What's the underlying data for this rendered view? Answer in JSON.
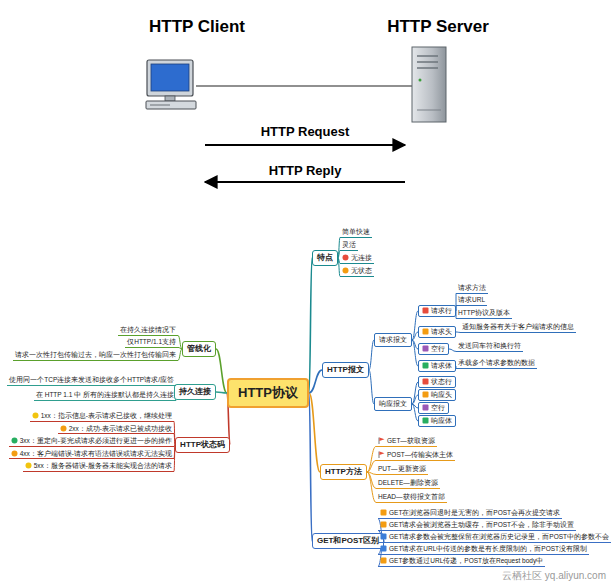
{
  "diagram": {
    "nodes": [
      {
        "text": [
          "HTTP协议"
        ]
      },
      {
        "text": [
          "特点"
        ]
      },
      {
        "text": [
          "简单快速"
        ]
      },
      {
        "text": [
          "灵活"
        ]
      },
      {
        "text": [
          "无连接"
        ]
      },
      {
        "text": [
          "无状态"
        ]
      },
      {
        "text": [
          "HTTP报文"
        ]
      },
      {
        "text": [
          "请求报文"
        ]
      },
      {
        "text": [
          "请求行"
        ]
      },
      {
        "text": [
          "请求方法"
        ]
      },
      {
        "text": [
          "请求URL"
        ]
      },
      {
        "text": [
          "HTTP协议及版本"
        ]
      },
      {
        "text": [
          "请求头"
        ]
      },
      {
        "text": [
          "通知服务器有关于客户端请求的信息"
        ]
      },
      {
        "text": [
          "空行"
        ]
      },
      {
        "text": [
          "发送回车符和换行符"
        ]
      },
      {
        "text": [
          "请求体"
        ]
      },
      {
        "text": [
          "承载多个请求参数的数据"
        ]
      },
      {
        "text": [
          "响应报文"
        ]
      },
      {
        "text": [
          "状态行"
        ]
      },
      {
        "text": [
          "响应头"
        ]
      },
      {
        "text": [
          "空行"
        ]
      },
      {
        "text": [
          "响应体"
        ]
      },
      {
        "text": [
          "HTTP方法"
        ]
      },
      {
        "text": [
          "GET—获取资源"
        ]
      },
      {
        "text": [
          "POST—传输实体主体"
        ]
      },
      {
        "text": [
          "PUT—更新资源"
        ]
      },
      {
        "text": [
          "DELETE—删除资源"
        ]
      },
      {
        "text": [
          "HEAD—获得报文首部"
        ]
      },
      {
        "text": [
          "GET和POST区别"
        ]
      },
      {
        "text": [
          "GET在浏览器回退时是无害的，而POST会再次提交请求"
        ]
      },
      {
        "text": [
          "GET请求会被浏览器主动缓存，而POST不会，除非手动设置"
        ]
      },
      {
        "text": [
          "GET请求参数会被完整保留在浏览器历史记录里，而POST中的参数不会"
        ]
      },
      {
        "text": [
          "GET请求在URL中传送的参数是有长度限制的，而POST没有限制"
        ]
      },
      {
        "text": [
          "GET参数通过URL传递，POST放在Request body中"
        ]
      },
      {
        "text": [
          "管线化"
        ]
      },
      {
        "text": [
          "在持久连接情况下"
        ]
      },
      {
        "text": [
          "仅HTTP/1.1支持"
        ]
      },
      {
        "text": [
          "请求一次性打包传输过去，响应一次性打包传输回来"
        ]
      },
      {
        "text": [
          "持久连接"
        ]
      },
      {
        "text": [
          "使用同一个TCP连接来发送和接收多个HTTP请求/应答"
        ]
      },
      {
        "text": [
          "在 HTTP 1.1 中 所有的连接默认都是持久连接"
        ]
      },
      {
        "text": [
          "HTTP状态码"
        ]
      },
      {
        "text": [
          "1xx：指示信息-表示请求已接收，继续处理"
        ]
      },
      {
        "text": [
          "2xx：成功-表示请求已被成功接收"
        ]
      },
      {
        "text": [
          "3xx：重定向-要完成请求必须进行更进一步的操作"
        ]
      },
      {
        "text": [
          "4xx：客户端错误-请求有语法错误或请求无法实现"
        ]
      },
      {
        "text": [
          "5xx：服务器错误-服务器未能实现合法的请求"
        ]
      }
    ],
    "edges": [
      {
        "from": 0,
        "to": 1,
        "arrow": "none"
      },
      {
        "from": 1,
        "to": 2,
        "arrow": "none"
      },
      {
        "from": 1,
        "to": 3,
        "arrow": "none"
      },
      {
        "from": 1,
        "to": 4,
        "arrow": "none"
      },
      {
        "from": 1,
        "to": 5,
        "arrow": "none"
      },
      {
        "from": 0,
        "to": 6,
        "arrow": "none"
      },
      {
        "from": 6,
        "to": 7,
        "arrow": "none"
      },
      {
        "from": 7,
        "to": 8,
        "arrow": "none"
      },
      {
        "from": 8,
        "to": 9,
        "arrow": "none"
      },
      {
        "from": 8,
        "to": 10,
        "arrow": "none"
      },
      {
        "from": 8,
        "to": 11,
        "arrow": "none"
      },
      {
        "from": 7,
        "to": 12,
        "arrow": "none"
      },
      {
        "from": 12,
        "to": 13,
        "arrow": "none"
      },
      {
        "from": 7,
        "to": 14,
        "arrow": "none"
      },
      {
        "from": 14,
        "to": 15,
        "arrow": "none"
      },
      {
        "from": 7,
        "to": 16,
        "arrow": "none"
      },
      {
        "from": 16,
        "to": 17,
        "arrow": "none"
      },
      {
        "from": 6,
        "to": 18,
        "arrow": "none"
      },
      {
        "from": 18,
        "to": 19,
        "arrow": "none"
      },
      {
        "from": 18,
        "to": 20,
        "arrow": "none"
      },
      {
        "from": 18,
        "to": 21,
        "arrow": "none"
      },
      {
        "from": 18,
        "to": 22,
        "arrow": "none"
      },
      {
        "from": 0,
        "to": 23,
        "arrow": "none"
      },
      {
        "from": 23,
        "to": 24,
        "arrow": "none"
      },
      {
        "from": 23,
        "to": 25,
        "arrow": "none"
      },
      {
        "from": 23,
        "to": 26,
        "arrow": "none"
      },
      {
        "from": 23,
        "to": 27,
        "arrow": "none"
      },
      {
        "from": 23,
        "to": 28,
        "arrow": "none"
      },
      {
        "from": 0,
        "to": 29,
        "arrow": "none"
      },
      {
        "from": 29,
        "to": 30,
        "arrow": "none"
      },
      {
        "from": 29,
        "to": 31,
        "arrow": "none"
      },
      {
        "from": 29,
        "to": 32,
        "arrow": "none"
      },
      {
        "from": 29,
        "to": 33,
        "arrow": "none"
      },
      {
        "from": 29,
        "to": 34,
        "arrow": "none"
      },
      {
        "from": 0,
        "to": 35,
        "arrow": "none"
      },
      {
        "from": 35,
        "to": 36,
        "arrow": "none"
      },
      {
        "from": 35,
        "to": 37,
        "arrow": "none"
      },
      {
        "from": 35,
        "to": 38,
        "arrow": "none"
      },
      {
        "from": 0,
        "to": 39,
        "arrow": "none"
      },
      {
        "from": 39,
        "to": 40,
        "arrow": "none"
      },
      {
        "from": 39,
        "to": 41,
        "arrow": "none"
      },
      {
        "from": 0,
        "to": 42,
        "arrow": "none"
      },
      {
        "from": 42,
        "to": 43,
        "arrow": "none"
      },
      {
        "from": 42,
        "to": 44,
        "arrow": "none"
      },
      {
        "from": 42,
        "to": 45,
        "arrow": "none"
      },
      {
        "from": 42,
        "to": 46,
        "arrow": "none"
      },
      {
        "from": 42,
        "to": 47,
        "arrow": "none"
      }
    ],
    "labels": [
      "HTTP Client",
      "HTTP Server",
      "HTTP Request",
      "HTTP Reply",
      "云栖社区 yq.aliyun.com"
    ]
  }
}
